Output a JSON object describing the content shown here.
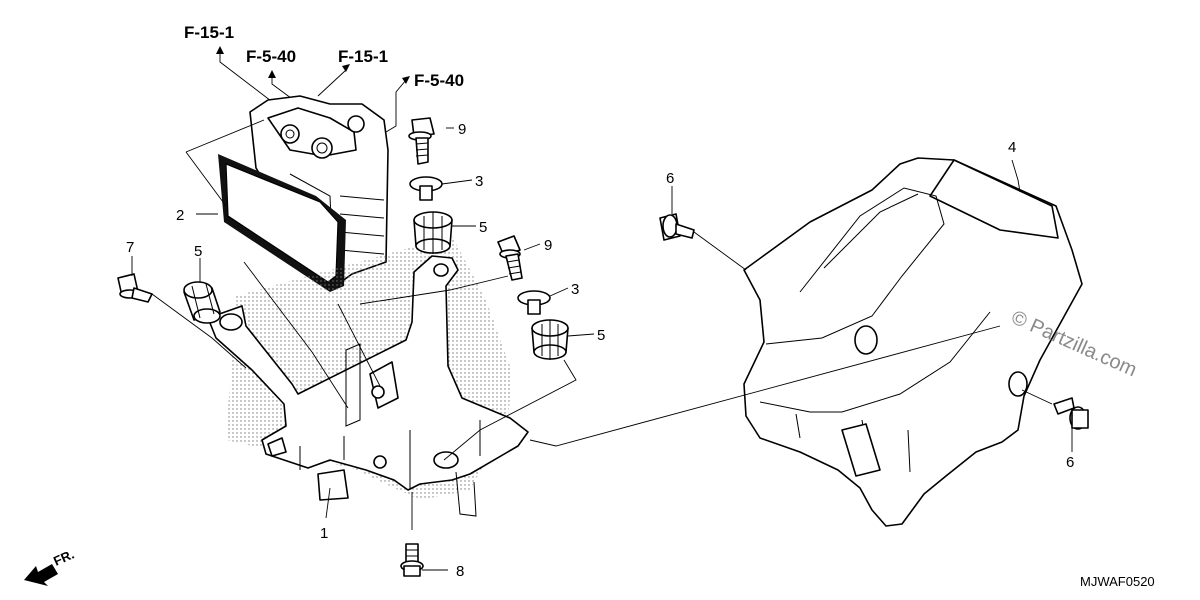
{
  "references": [
    {
      "id": "ref-1",
      "label": "F-15-1"
    },
    {
      "id": "ref-2",
      "label": "F-5-40"
    },
    {
      "id": "ref-3",
      "label": "F-15-1"
    },
    {
      "id": "ref-4",
      "label": "F-5-40"
    }
  ],
  "callouts": {
    "c1": "1",
    "c2": "2",
    "c3a": "3",
    "c3b": "3",
    "c4": "4",
    "c5a": "5",
    "c5b": "5",
    "c5c": "5",
    "c6a": "6",
    "c6b": "6",
    "c7": "7",
    "c8": "8",
    "c9a": "9",
    "c9b": "9"
  },
  "direction_label": "FR.",
  "watermark": "© Partzilla.com",
  "diagram_code": "MJWAF0520"
}
